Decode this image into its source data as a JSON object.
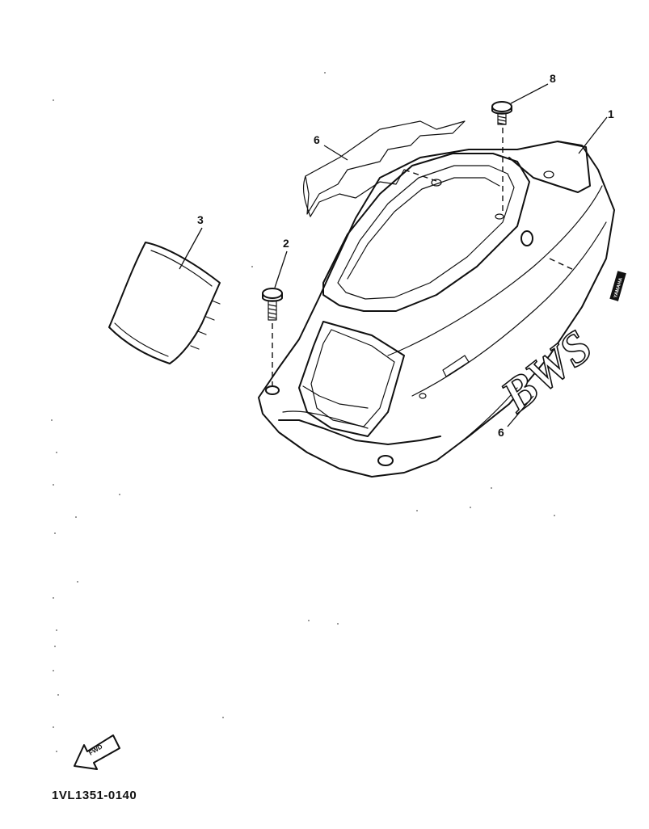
{
  "diagram": {
    "code": "1VL1351-0140",
    "brand_text": "BWS",
    "brand_tag": "YAMAHA",
    "fwd_label": "FWD",
    "ink_color": "#111111",
    "callouts": [
      {
        "id": "1",
        "label": "1"
      },
      {
        "id": "2",
        "label": "2"
      },
      {
        "id": "3",
        "label": "3"
      },
      {
        "id": "6a",
        "label": "6"
      },
      {
        "id": "6b",
        "label": "6"
      },
      {
        "id": "8",
        "label": "8"
      }
    ]
  }
}
